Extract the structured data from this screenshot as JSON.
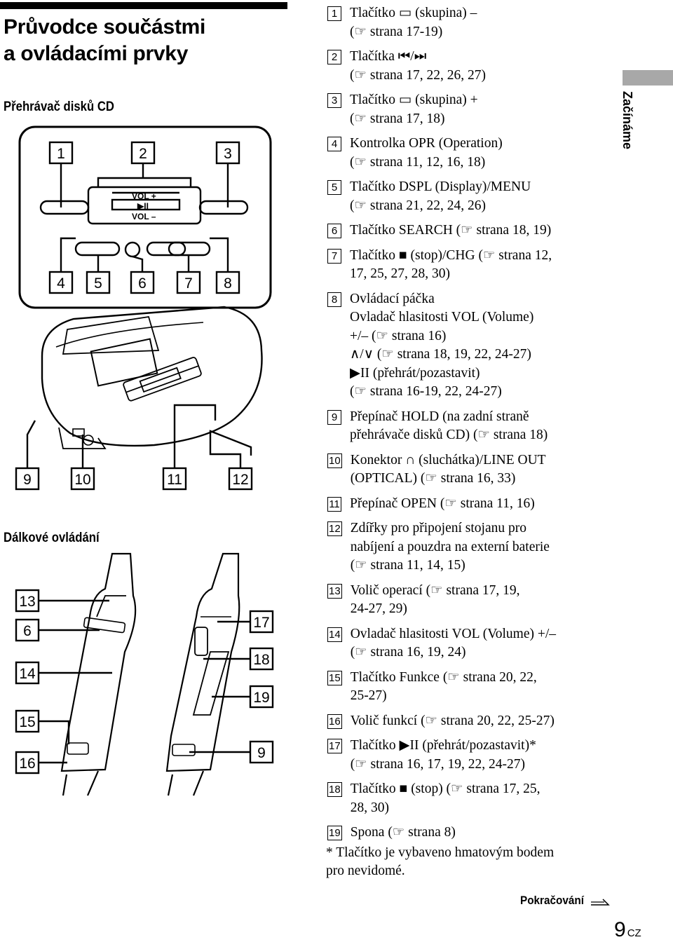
{
  "heading_lines": [
    "Průvodce součástmi",
    "a ovládacími prvky"
  ],
  "subheading_player": "Přehrávač disků CD",
  "subheading_remote": "Dálkové ovládání",
  "player_labels": {
    "vol_plus": "VOL +",
    "vol_minus": "VOL –",
    "play_pause": "▶II"
  },
  "callouts_player": [
    "1",
    "2",
    "3",
    "4",
    "5",
    "6",
    "7",
    "8",
    "9",
    "10",
    "11",
    "12"
  ],
  "callouts_remote": [
    "13",
    "6",
    "14",
    "15",
    "16",
    "17",
    "18",
    "19",
    "9"
  ],
  "items": [
    {
      "num": "1",
      "lines": [
        "Tlačítko ▭ (skupina) –",
        "(☞ strana 17-19)"
      ]
    },
    {
      "num": "2",
      "lines": [
        "Tlačítka ⏮/⏭",
        "(☞ strana 17, 22, 26, 27)"
      ]
    },
    {
      "num": "3",
      "lines": [
        "Tlačítko ▭ (skupina) +",
        "(☞ strana 17, 18)"
      ]
    },
    {
      "num": "4",
      "lines": [
        "Kontrolka OPR (Operation)",
        "(☞ strana 11, 12, 16, 18)"
      ]
    },
    {
      "num": "5",
      "lines": [
        "Tlačítko DSPL (Display)/MENU",
        "(☞ strana 21, 22, 24, 26)"
      ]
    },
    {
      "num": "6",
      "lines": [
        "Tlačítko SEARCH (☞ strana 18, 19)"
      ]
    },
    {
      "num": "7",
      "lines": [
        "Tlačítko ■ (stop)/CHG (☞ strana 12,",
        "17, 25, 27, 28, 30)"
      ]
    },
    {
      "num": "8",
      "lines": [
        "Ovládací páčka",
        "Ovladač hlasitosti VOL (Volume)",
        "+/– (☞ strana 16)",
        "∧/∨ (☞ strana 18, 19, 22, 24-27)",
        "▶II (přehrát/pozastavit)",
        "(☞ strana 16-19, 22, 24-27)"
      ]
    },
    {
      "num": "9",
      "lines": [
        "Přepínač HOLD (na zadní straně",
        "přehrávače disků CD) (☞ strana 18)"
      ]
    },
    {
      "num": "10",
      "lines": [
        "Konektor ∩ (sluchátka)/LINE OUT",
        "(OPTICAL) (☞ strana 16, 33)"
      ]
    },
    {
      "num": "11",
      "lines": [
        "Přepínač OPEN (☞ strana 11, 16)"
      ]
    },
    {
      "num": "12",
      "lines": [
        "Zdířky pro připojení stojanu pro",
        "nabíjení a pouzdra na externí baterie",
        "(☞ strana 11, 14, 15)"
      ]
    },
    {
      "num": "13",
      "lines": [
        "Volič operací (☞ strana 17, 19,",
        "24-27, 29)"
      ]
    },
    {
      "num": "14",
      "lines": [
        "Ovladač hlasitosti VOL (Volume) +/–",
        "(☞ strana 16, 19, 24)"
      ]
    },
    {
      "num": "15",
      "lines": [
        "Tlačítko Funkce (☞ strana 20, 22,",
        "25-27)"
      ]
    },
    {
      "num": "16",
      "lines": [
        "Volič funkcí (☞ strana 20, 22, 25-27)"
      ]
    },
    {
      "num": "17",
      "lines": [
        "Tlačítko ▶II (přehrát/pozastavit)*",
        "(☞ strana 16, 17, 19, 22, 24-27)"
      ]
    },
    {
      "num": "18",
      "lines": [
        "Tlačítko ■ (stop) (☞ strana 17, 25,",
        "28, 30)"
      ]
    },
    {
      "num": "19",
      "lines": [
        "Spona (☞ strana 8)"
      ]
    }
  ],
  "footnote_lines": [
    "* Tlačítko je vybaveno hmatovým bodem",
    "pro nevidomé."
  ],
  "side_tab": "Začínáme",
  "continued": "Pokračování",
  "page_number": "9",
  "page_suffix": "CZ"
}
